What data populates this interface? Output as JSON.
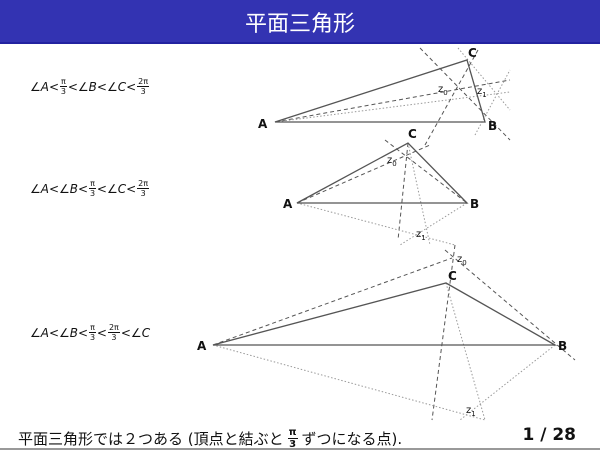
{
  "header": {
    "title": "平面三角形"
  },
  "conditions": [
    {
      "parts": [
        "∠A<",
        "π",
        "3",
        "<∠B<∠C<",
        "2π",
        "3",
        ""
      ]
    },
    {
      "parts": [
        "∠A<∠B<",
        "π",
        "3",
        "<∠C<",
        "2π",
        "3",
        ""
      ]
    },
    {
      "parts": [
        "∠A<∠B<",
        "π",
        "3",
        "<",
        "2π",
        "3",
        "<∠C"
      ]
    }
  ],
  "labels": {
    "A": "A",
    "B": "B",
    "C": "C",
    "z0": "z",
    "z1": "z",
    "sub0": "0",
    "sub1": "1"
  },
  "footer": {
    "text_before": "平面三角形では２つある (頂点と結ぶと",
    "frac_num": "π",
    "frac_den": "3",
    "text_after": "ずつになる点)."
  },
  "page": "1 / 28"
}
